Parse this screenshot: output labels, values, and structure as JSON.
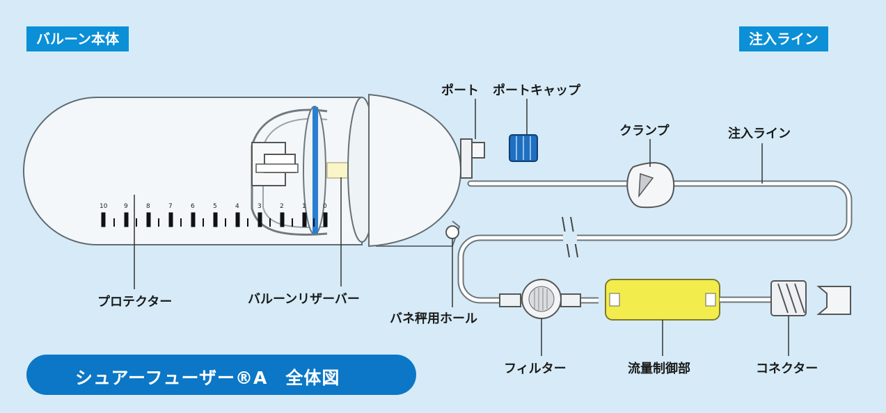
{
  "tags": {
    "balloon_body": "バルーン本体",
    "infusion_line": "注入ライン"
  },
  "labels": {
    "port": "ポート",
    "port_cap": "ポートキャップ",
    "clamp": "クランプ",
    "infusion_line": "注入ライン",
    "protector": "プロテクター",
    "balloon_reservoir": "バルーンリザーバー",
    "spring_scale_hole": "バネ秤用ホール",
    "filter": "フィルター",
    "flow_control": "流量制御部",
    "connector": "コネクター"
  },
  "scale": [
    "10",
    "9",
    "8",
    "7",
    "6",
    "5",
    "4",
    "3",
    "2",
    "1",
    "0"
  ],
  "title": "シュアーフューザー®A　全体図",
  "colors": {
    "tag_bg": "#0b8fd6",
    "title_bg": "#0b77c6",
    "cap_blue": "#1f6fc0",
    "flow_yellow": "#f3ec4d",
    "background": "#d6ebf7"
  }
}
